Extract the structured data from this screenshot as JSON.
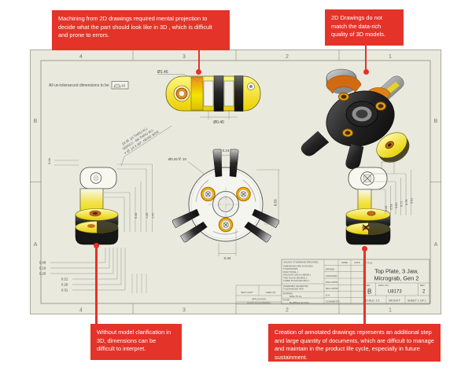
{
  "colors": {
    "callout_red": "#e43329",
    "paper": "#e9e9dd",
    "part_yellow": "#f0d800",
    "part_orange": "#d2691e",
    "line_gray": "#8a8a7e"
  },
  "callouts": {
    "top_left": "Machining from 2D drawings required mental projection to decide what the part should look like in 3D , which is difficult and prone to errors.",
    "top_right": "2D Drawings do not match the data-rich quality of 3D models.",
    "bottom_left": "Without model clarification in 3D, dimensions can be difficult to interpret.",
    "bottom_right": "Creation of annotated drawings represents an additional step and large quantity of documents, which are difficult to manage and maintain in the product life cycle, especially in future sustainment."
  },
  "sheet": {
    "zones_h": [
      "4",
      "3",
      "2",
      "1"
    ],
    "zones_v": [
      "B",
      "A"
    ],
    "general_note": "All un-toleranced dimensions to be",
    "finish_value": "63",
    "hole_note": {
      "line1": "2X Ø .10 THRU ALL",
      "line2": "M3X0.5 - 6H THRU ALL",
      "line3": "∨ Ø .14 X 90°, NEAR SIDE"
    },
    "dims": {
      "top_dia": "Ø1.46",
      "top_dia2": "Ø0.40",
      "front_top": "0.24",
      "front_bottom": "0.44",
      "front_right": "0.53",
      "front_cbore": "Ø0.26 ∇ .10",
      "left_top": "0.04",
      "left_stack": [
        "0.08",
        "0.19",
        "0.20",
        "0.21",
        "0.28",
        "0.31"
      ],
      "left_heights": [
        "0.40",
        "1.20",
        "1.41"
      ],
      "right_top": "0.20",
      "right_heights": [
        "0.40",
        "0.53",
        "0.61",
        "0.71",
        "0.79",
        "0.91"
      ]
    },
    "title_block": {
      "spec_header": "UNLESS OTHERWISE SPECIFIED:",
      "spec_lines": [
        "DIMENSIONS ARE IN INCHES",
        "TOLERANCES:",
        "FRACTIONAL ±",
        "ANGULAR: MACH ±  BEND ±",
        "TWO PLACE DECIMAL    ±",
        "THREE PLACE DECIMAL  ±"
      ],
      "interpret1": "INTERPRET GEOMETRIC",
      "interpret2": "TOLERANCING PER:",
      "material_label": "MATERIAL",
      "material": "6061-T6 AL",
      "finish_label": "FINISH",
      "finish": "Red/Black Anodize",
      "do_not_scale": "DO NOT SCALE DRAWING",
      "name_header": "NAME",
      "date_header": "DATE",
      "rows": [
        "DRAWN",
        "CHECKED",
        "ENG APPR.",
        "MFG APPR.",
        "Q.A.",
        "COMMENTS:"
      ],
      "title_label": "TITLE:",
      "title_line1": "Top Plate, 3 Jaw,",
      "title_line2": "Micrograb, Gen 2",
      "size_label": "SIZE",
      "size": "B",
      "dwg_label": "DWG.  NO.",
      "dwg_no": "U8173",
      "rev_label": "REV",
      "rev": "2",
      "scale": "SCALE: 2:1",
      "weight": "WEIGHT:",
      "sheet_of": "SHEET 1 OF 1",
      "next_assy": "NEXT ASSY",
      "used_on": "USED ON",
      "application": "APPLICATION"
    }
  }
}
